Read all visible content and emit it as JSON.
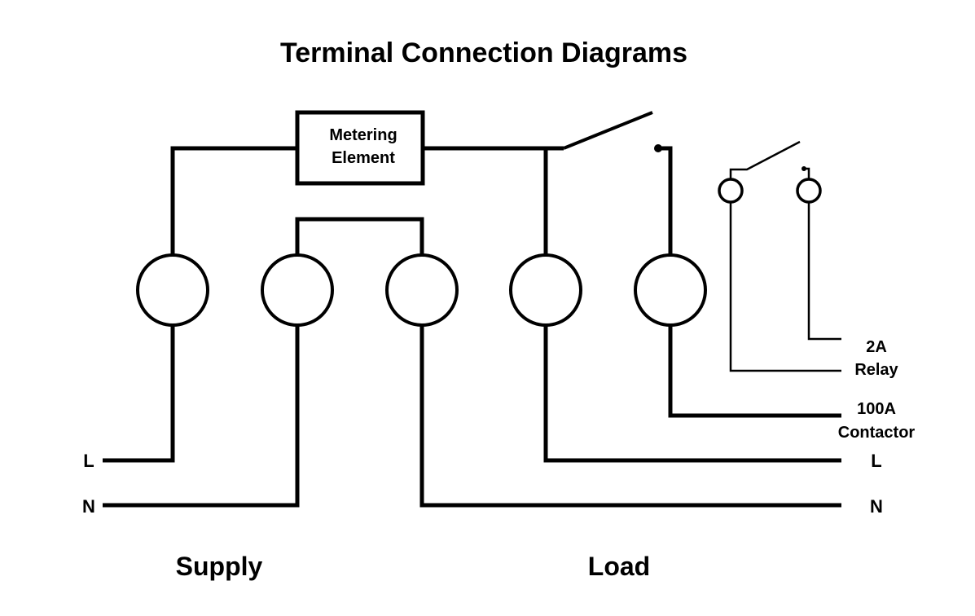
{
  "title": "Terminal Connection Diagrams",
  "metering_element": {
    "line1": "Metering",
    "line2": "Element"
  },
  "terminals": {
    "count": 5
  },
  "left_labels": {
    "live": "L",
    "neutral": "N"
  },
  "right_labels": {
    "relay_line1": "2A",
    "relay_line2": "Relay",
    "contactor_line1": "100A",
    "contactor_line2": "Contactor",
    "live": "L",
    "neutral": "N"
  },
  "footer": {
    "supply": "Supply",
    "load": "Load"
  },
  "colors": {
    "ink": "#000000",
    "background": "#ffffff"
  }
}
